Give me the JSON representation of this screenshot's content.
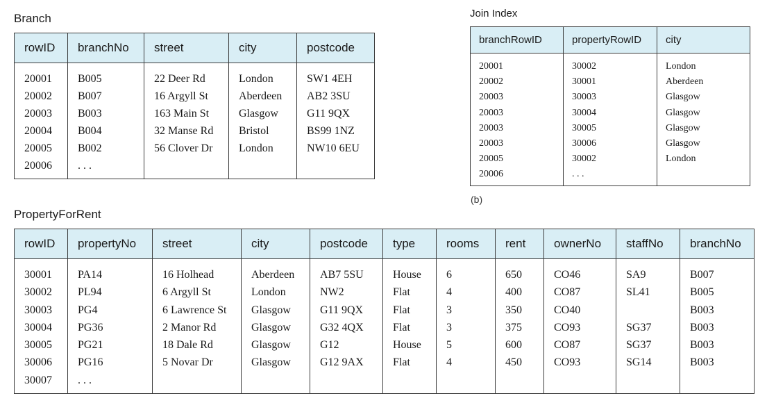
{
  "branch": {
    "title": "Branch",
    "headers": [
      "rowID",
      "branchNo",
      "street",
      "city",
      "postcode"
    ],
    "columns": [
      [
        "20001",
        "20002",
        "20003",
        "20004",
        "20005",
        "20006"
      ],
      [
        "B005",
        "B007",
        "B003",
        "B004",
        "B002",
        ". . ."
      ],
      [
        "22 Deer Rd",
        "16 Argyll St",
        "163 Main St",
        "32 Manse Rd",
        "56 Clover Dr"
      ],
      [
        "London",
        "Aberdeen",
        "Glasgow",
        "Bristol",
        "London"
      ],
      [
        "SW1 4EH",
        "AB2 3SU",
        "G11 9QX",
        "BS99 1NZ",
        "NW10 6EU"
      ]
    ]
  },
  "join_index": {
    "title": "Join Index",
    "caption": "(b)",
    "headers": [
      "branchRowID",
      "propertyRowID",
      "city"
    ],
    "columns": [
      [
        "20001",
        "20002",
        "20003",
        "20003",
        "20003",
        "20003",
        "20005",
        "20006"
      ],
      [
        "30002",
        "30001",
        "30003",
        "30004",
        "30005",
        "30006",
        "30002",
        ". . ."
      ],
      [
        "London",
        "Aberdeen",
        "Glasgow",
        "Glasgow",
        "Glasgow",
        "Glasgow",
        "London"
      ]
    ]
  },
  "property_for_rent": {
    "title": "PropertyForRent",
    "headers": [
      "rowID",
      "propertyNo",
      "street",
      "city",
      "postcode",
      "type",
      "rooms",
      "rent",
      "ownerNo",
      "staffNo",
      "branchNo"
    ],
    "columns": [
      [
        "30001",
        "30002",
        "30003",
        "30004",
        "30005",
        "30006",
        "30007"
      ],
      [
        "PA14",
        "PL94",
        "PG4",
        "PG36",
        "PG21",
        "PG16",
        ". . ."
      ],
      [
        "16 Holhead",
        "6 Argyll St",
        "6 Lawrence St",
        "2 Manor Rd",
        "18 Dale Rd",
        "5 Novar Dr"
      ],
      [
        "Aberdeen",
        "London",
        "Glasgow",
        "Glasgow",
        "Glasgow",
        "Glasgow"
      ],
      [
        "AB7 5SU",
        "NW2",
        "G11 9QX",
        "G32 4QX",
        "G12",
        "G12 9AX"
      ],
      [
        "House",
        "Flat",
        "Flat",
        "Flat",
        "House",
        "Flat"
      ],
      [
        "6",
        "4",
        "3",
        "3",
        "5",
        "4"
      ],
      [
        "650",
        "400",
        "350",
        "375",
        "600",
        "450"
      ],
      [
        "CO46",
        "CO87",
        "CO40",
        "CO93",
        "CO87",
        "CO93"
      ],
      [
        "SA9",
        "SL41",
        "",
        "SG37",
        "SG37",
        "SG14"
      ],
      [
        "B007",
        "B005",
        "B003",
        "B003",
        "B003",
        "B003"
      ]
    ]
  }
}
